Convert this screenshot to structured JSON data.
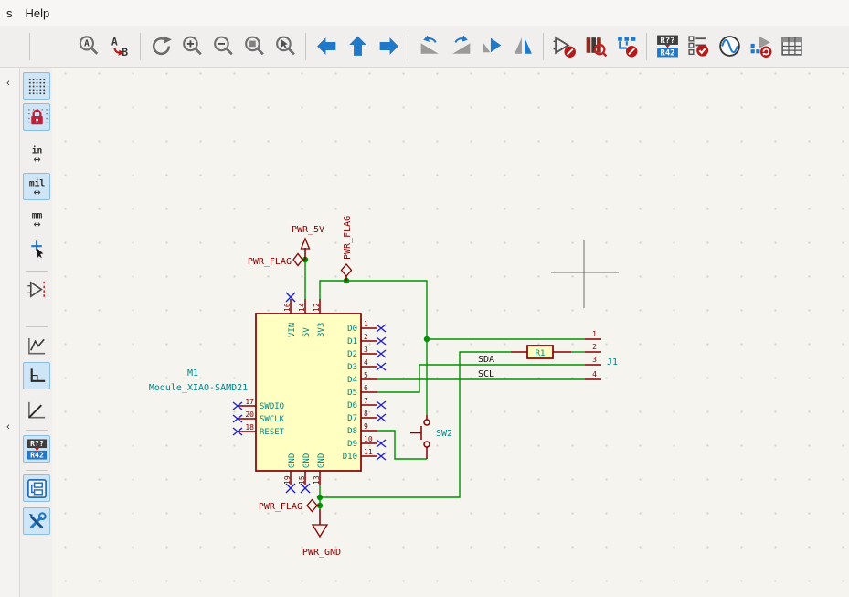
{
  "menu_bar": {
    "items": [
      {
        "label": "s"
      },
      {
        "label": "Help"
      }
    ]
  },
  "toolbar": {
    "glyphs": {
      "find_letter": "A",
      "replace_from": "A",
      "replace_to": "B"
    },
    "annotate_top": "R??",
    "annotate_bottom": "R42",
    "buttons": [
      "find",
      "find-replace",
      "refresh-view",
      "zoom-in",
      "zoom-out",
      "zoom-to-fit",
      "zoom-to-selection",
      "navigate-back",
      "navigate-up-hierarchy",
      "navigate-forward",
      "rotate-ccw",
      "rotate-cw",
      "mirror-vertically",
      "mirror-horizontally",
      "symbol-editor",
      "symbol-library-browser",
      "footprint-editor",
      "annotate-schematic",
      "electrical-rules-check",
      "simulator",
      "assign-footprints",
      "symbol-fields-table"
    ]
  },
  "sidebar": {
    "buttons": [
      {
        "name": "show-grid",
        "selected": true
      },
      {
        "name": "grid-override",
        "selected": true
      },
      {
        "name": "units-inches",
        "label": "in",
        "selected": false
      },
      {
        "name": "units-mils",
        "label": "mil",
        "selected": true
      },
      {
        "name": "units-mm",
        "label": "mm",
        "selected": false
      },
      {
        "name": "crosshair-cursor",
        "selected": false
      },
      {
        "name": "show-hidden-pins",
        "selected": false
      },
      {
        "name": "wire-any-angle",
        "selected": false
      },
      {
        "name": "wire-horiz-vert",
        "selected": true
      },
      {
        "name": "wire-45-degree",
        "selected": false
      },
      {
        "name": "annotate-auto",
        "label_top": "R??",
        "label_bottom": "R42",
        "selected": true
      },
      {
        "name": "hierarchy-navigator",
        "selected": true
      },
      {
        "name": "properties-panel",
        "selected": true
      }
    ]
  },
  "schematic": {
    "module": {
      "reference": "M1",
      "value": "Module_XIAO-SAMD21",
      "top_pins": [
        {
          "number": "16",
          "name": "VIN"
        },
        {
          "number": "14",
          "name": "5V"
        },
        {
          "number": "12",
          "name": "3V3"
        }
      ],
      "bottom_pins": [
        {
          "number": "19",
          "name": "GND"
        },
        {
          "number": "15",
          "name": "GND"
        },
        {
          "number": "13",
          "name": "GND"
        }
      ],
      "left_pins": [
        {
          "number": "17",
          "name": "SWDIO"
        },
        {
          "number": "20",
          "name": "SWCLK"
        },
        {
          "number": "18",
          "name": "RESET"
        }
      ],
      "right_pins": [
        {
          "number": "1",
          "name": "D0"
        },
        {
          "number": "2",
          "name": "D1"
        },
        {
          "number": "3",
          "name": "D2"
        },
        {
          "number": "4",
          "name": "D3"
        },
        {
          "number": "5",
          "name": "D4"
        },
        {
          "number": "6",
          "name": "D5"
        },
        {
          "number": "7",
          "name": "D6"
        },
        {
          "number": "8",
          "name": "D7"
        },
        {
          "number": "9",
          "name": "D8"
        },
        {
          "number": "10",
          "name": "D9"
        },
        {
          "number": "11",
          "name": "D10"
        }
      ]
    },
    "power_labels": {
      "pwr_5v": "PWR_5V",
      "pwr_flag_left": "PWR_FLAG",
      "pwr_flag_top": "PWR_FLAG",
      "pwr_flag_bottom": "PWR_FLAG",
      "pwr_gnd": "PWR_GND"
    },
    "components": {
      "resistor": {
        "reference": "R1"
      },
      "switch": {
        "reference": "SW2"
      },
      "connector": {
        "reference": "J1",
        "pins": [
          "1",
          "2",
          "3",
          "4"
        ]
      }
    },
    "net_labels": {
      "sda": "SDA",
      "scl": "SCL"
    },
    "colors": {
      "wire": "#009100",
      "symbol_outline": "#840000",
      "symbol_fill": "#FFFFC2",
      "no_connect": "#2121C8",
      "reference_text": "#008484",
      "power_text": "#840000",
      "net_label_text": "#000000",
      "canvas_bg": "#F5F4EF"
    }
  }
}
